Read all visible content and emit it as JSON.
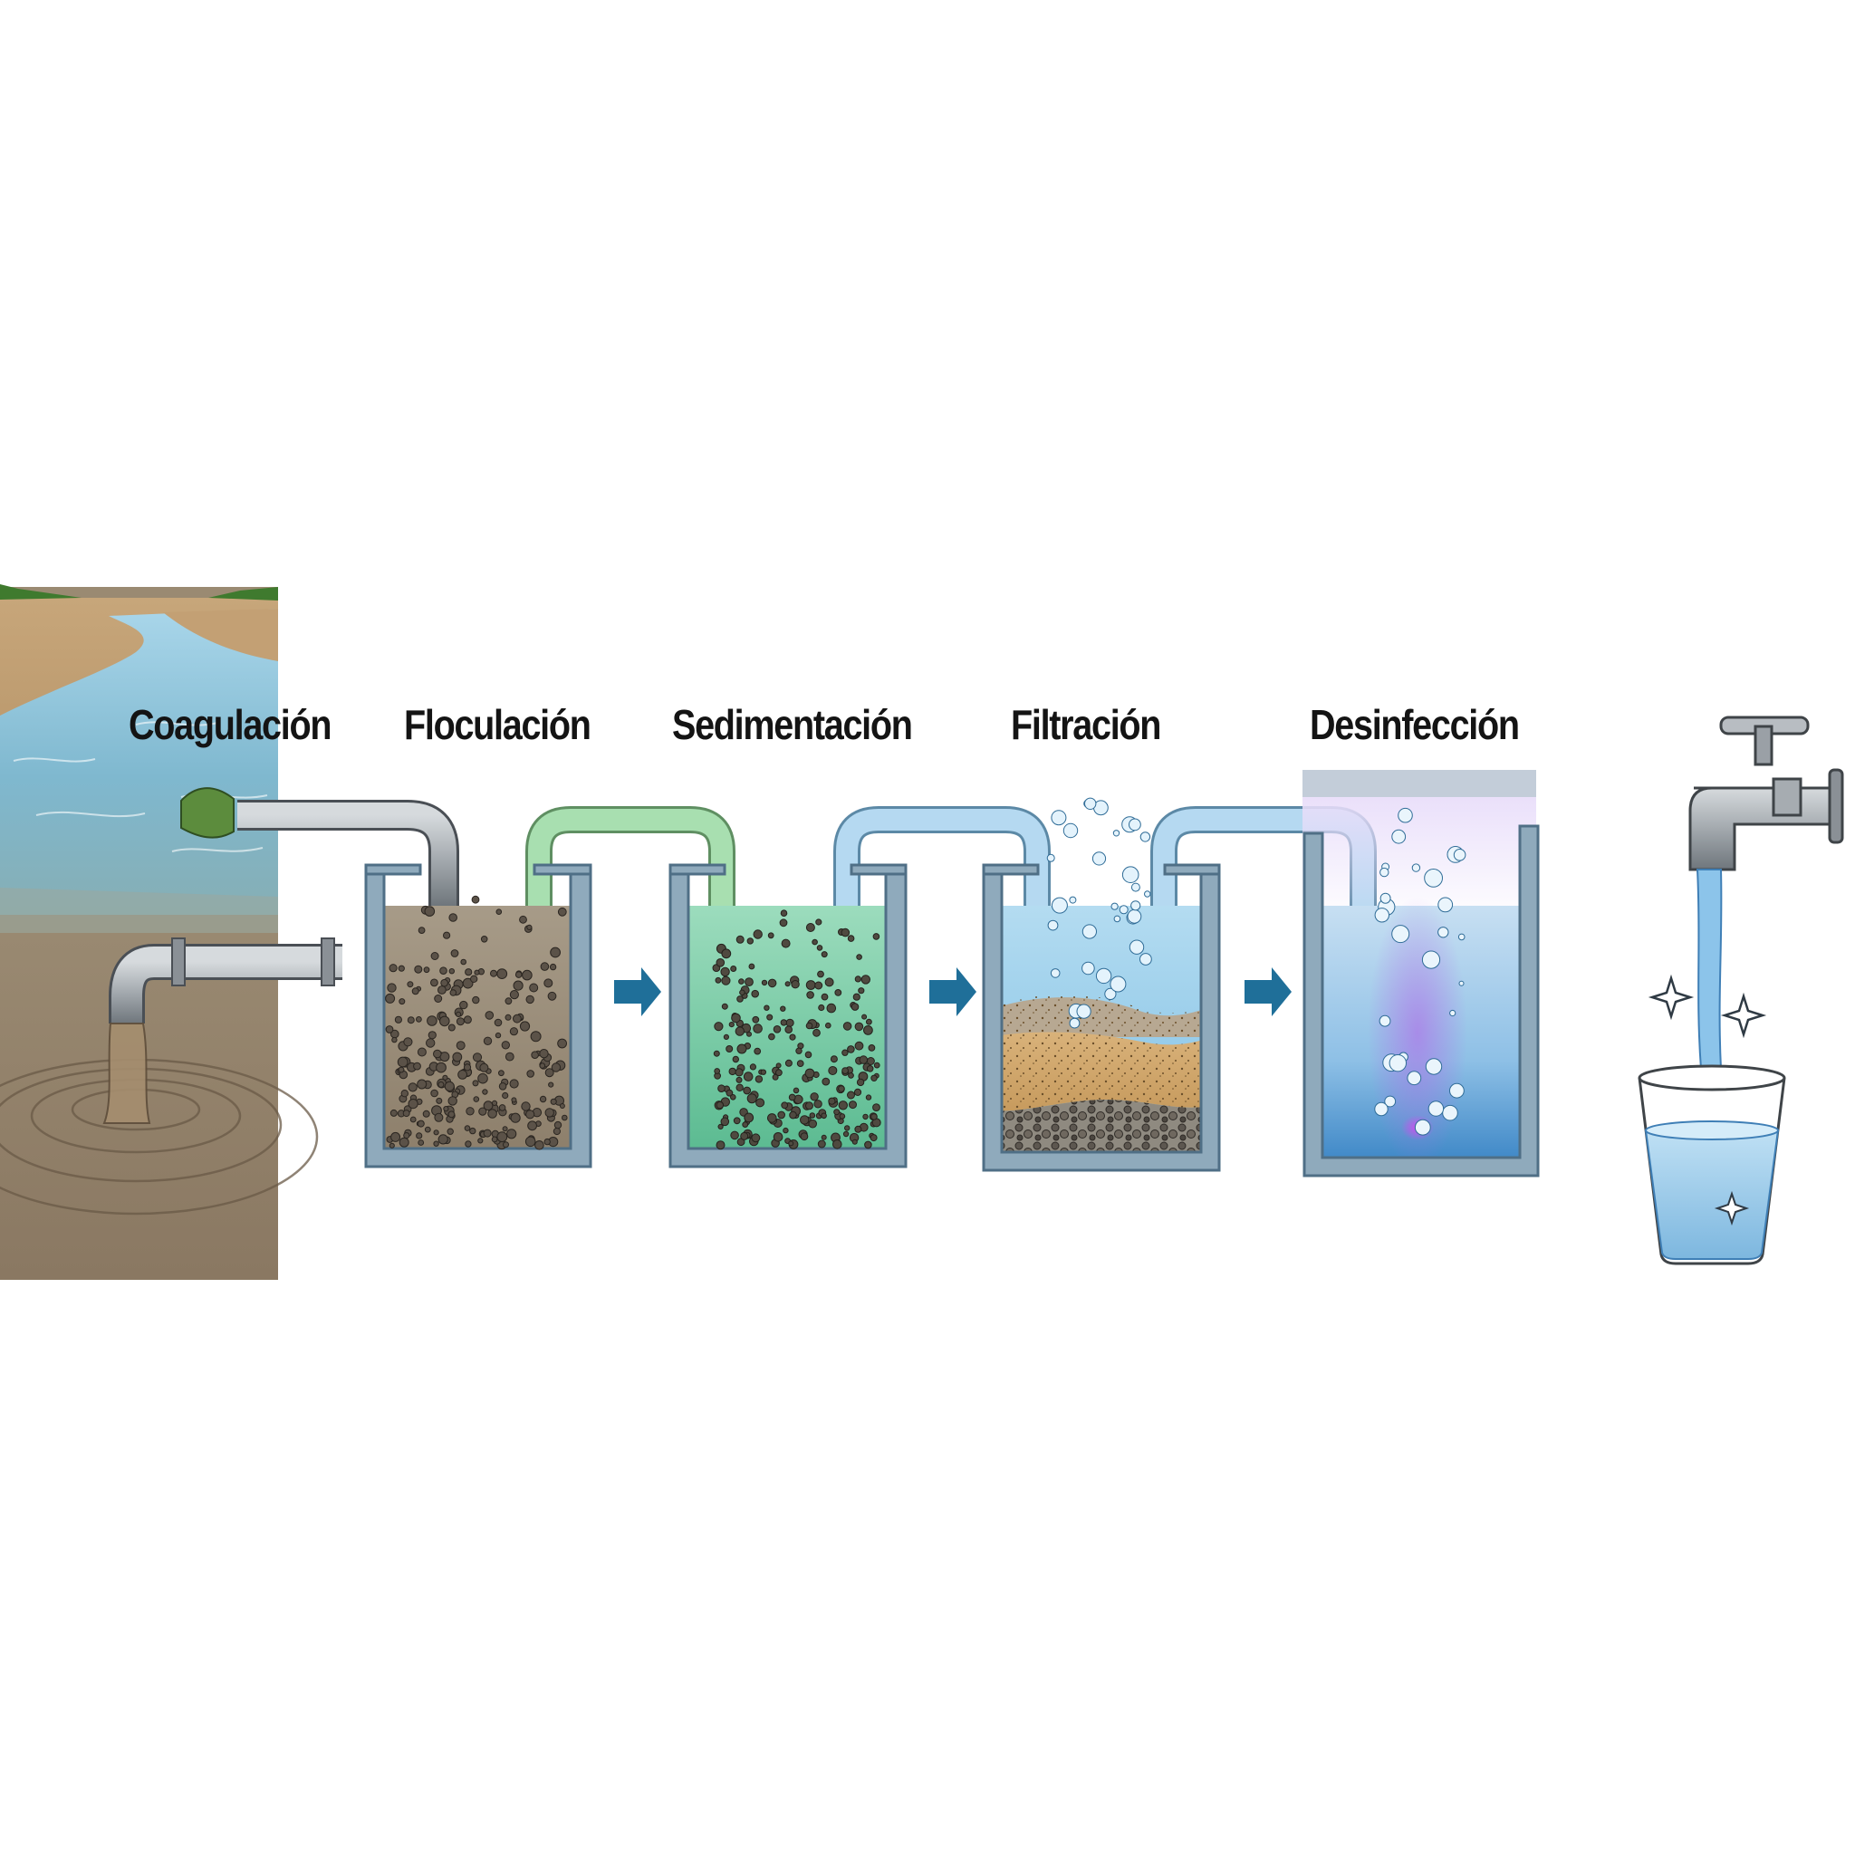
{
  "stages": [
    {
      "id": "coagulacion",
      "label": "Coagulación"
    },
    {
      "id": "floculacion",
      "label": "Floculación"
    },
    {
      "id": "sedimentacion",
      "label": "Sedimentación"
    },
    {
      "id": "filtracion",
      "label": "Filtración"
    },
    {
      "id": "desinfeccion",
      "label": "Desinfección"
    }
  ],
  "icons": [
    "river-scene-icon",
    "intake-pipe-icon",
    "water-tank-icon",
    "flow-arrow-icon",
    "water-faucet-icon",
    "drinking-glass-icon",
    "sparkle-icon",
    "uv-lamp-icon"
  ],
  "colors": {
    "river": "#86bfd9",
    "ground": "#b89468",
    "muddy_water": "#9c8a73",
    "floc_water": "#6ec39e",
    "filter_water": "#8cc6e6",
    "clean_water": "#79b5dc",
    "tank_outline": "#4f6f86",
    "arrow": "#1f6f99",
    "pipe_gray": "#9aa0a6",
    "pipe_green": "#9ed6a6",
    "pipe_blue": "#a9d2ee",
    "uv_purple": "#b07ce6",
    "label_text": "#141414"
  }
}
